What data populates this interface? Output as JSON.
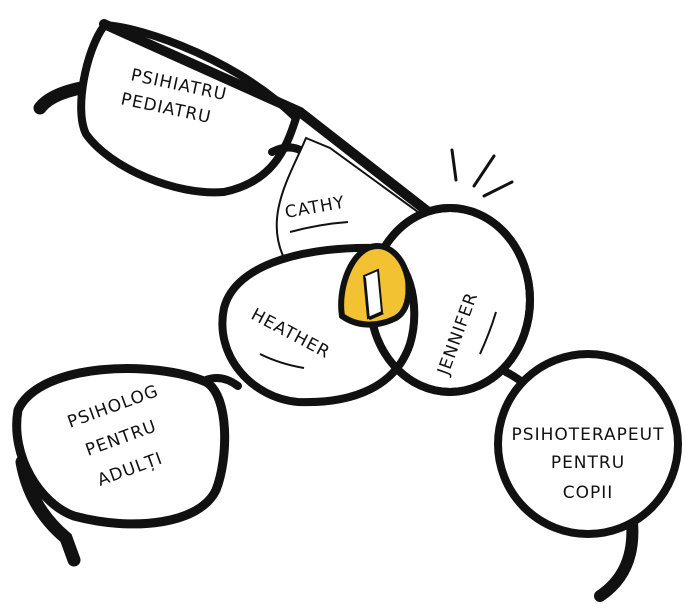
{
  "colors": {
    "ink": "#111111",
    "lens_fill": "#ffffff",
    "intersection_fill": "#f2c232",
    "book": "#ffffff"
  },
  "labels": {
    "top_lens": [
      "PSIHIATRU",
      "PEDIATRU"
    ],
    "cathy": "CATHY",
    "heather": "HEATHER",
    "jennifer": "JENNIFER",
    "left_lens": [
      "PSIHOLOG",
      "PENTRU",
      "ADULȚI"
    ],
    "right_lens": [
      "PSIHOTERAPEUT",
      "PENTRU",
      "COPII"
    ]
  },
  "icons": {
    "center": "book-icon",
    "shine": "sparkle-icon"
  }
}
